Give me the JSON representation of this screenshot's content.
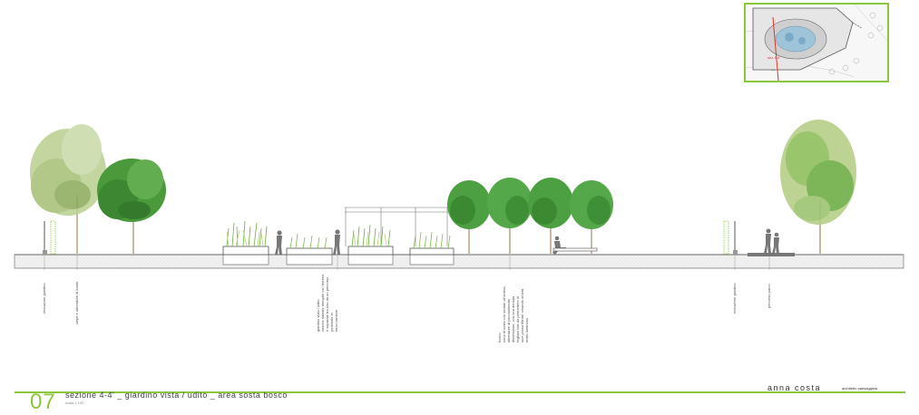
{
  "sheet": {
    "number": "07",
    "title": "sezione 4-4' _ giardino vista / udito _ area sosta bosco",
    "scale": "scala 1:100",
    "author": "anna costa",
    "author_subtitle": "architetto paesaggista"
  },
  "keymap": {
    "section_marker": "sez 4-4'"
  },
  "annotations": [
    {
      "text": "recinzione giardino"
    },
    {
      "text": "siepe e alberature di fondo"
    },
    {
      "text": "giardino vista / udito\nvasche rialzate riempite con terreno e separate tra loro da un percorso pedonale in\nmicro-lamiere"
    },
    {
      "text": "bosco\nzona di sosta con sedute all'ombra,\nalberature di piccola/media\ndimensione, con una densità\nfogliare tale da permettere la\nluce possa filtrare creando ombra\nmolto luminosa"
    },
    {
      "text": "recinzione giardino"
    },
    {
      "text": "percorso parco"
    }
  ],
  "colors": {
    "accent_green": "#8cc63f",
    "ground_fill": "#efefef",
    "foliage_dark": "#3f8a34",
    "foliage_light": "#a7c77a"
  }
}
